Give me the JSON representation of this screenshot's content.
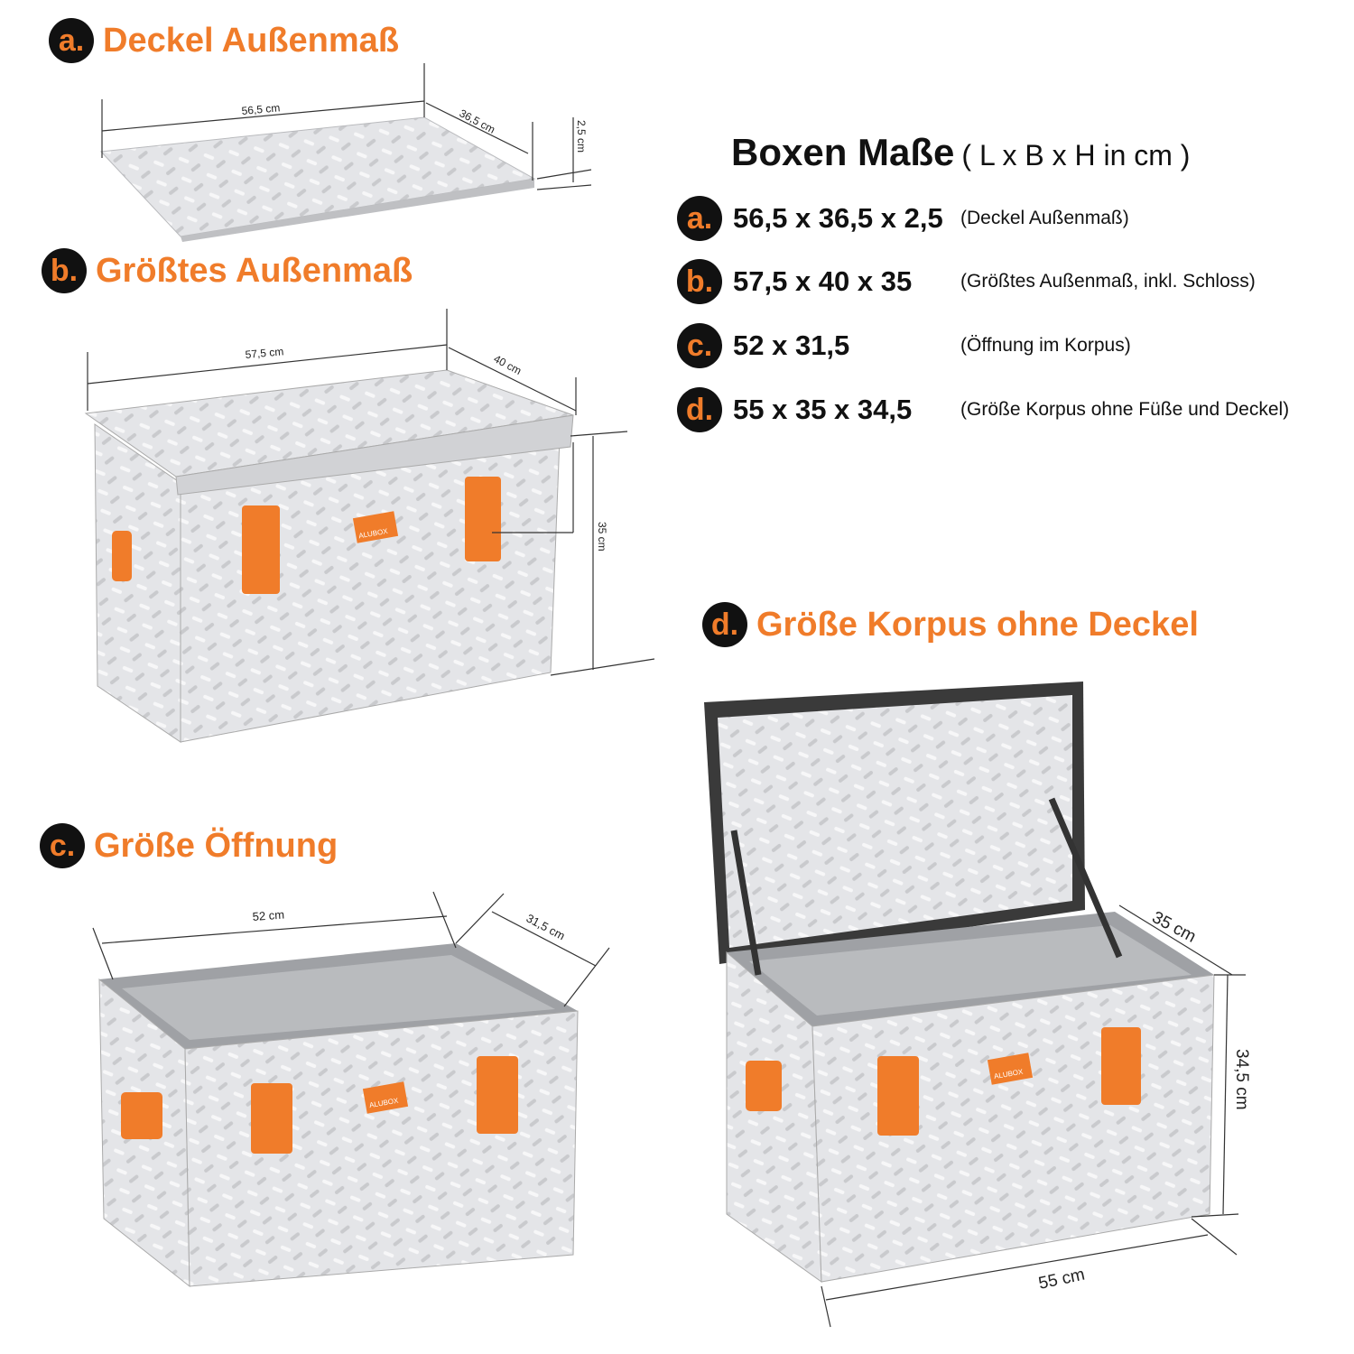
{
  "sections": {
    "a": {
      "letter": "a.",
      "title": "Deckel Außenmaß"
    },
    "b": {
      "letter": "b.",
      "title": "Größtes Außenmaß"
    },
    "c": {
      "letter": "c.",
      "title": "Größe Öffnung"
    },
    "d": {
      "letter": "d.",
      "title": "Größe Korpus ohne Deckel"
    }
  },
  "specs": {
    "title": "Boxen Maße",
    "units": "( L x B x H in cm )",
    "rows": [
      {
        "letter": "a.",
        "value": "56,5 x 36,5 x 2,5",
        "note": "(Deckel Außenmaß)"
      },
      {
        "letter": "b.",
        "value": "57,5 x 40 x 35",
        "note": "(Größtes Außenmaß, inkl. Schloss)"
      },
      {
        "letter": "c.",
        "value": "52 x 31,5",
        "note": "(Öffnung im Korpus)"
      },
      {
        "letter": "d.",
        "value": "55 x 35 x 34,5",
        "note": "(Größe Korpus ohne Füße und Deckel)"
      }
    ]
  },
  "dimensions": {
    "a": {
      "length": "56,5 cm",
      "width": "36,5 cm",
      "height": "2,5 cm"
    },
    "b": {
      "length": "57,5 cm",
      "width": "40 cm",
      "height": "35 cm"
    },
    "c": {
      "length": "52 cm",
      "width": "31,5 cm"
    },
    "d": {
      "length": "55 cm",
      "width": "35 cm",
      "height": "34,5 cm"
    }
  },
  "brand_logo": "ALUBOX",
  "colors": {
    "accent": "#f07c2a",
    "badge": "#111111",
    "metal": "#dcdde0"
  }
}
